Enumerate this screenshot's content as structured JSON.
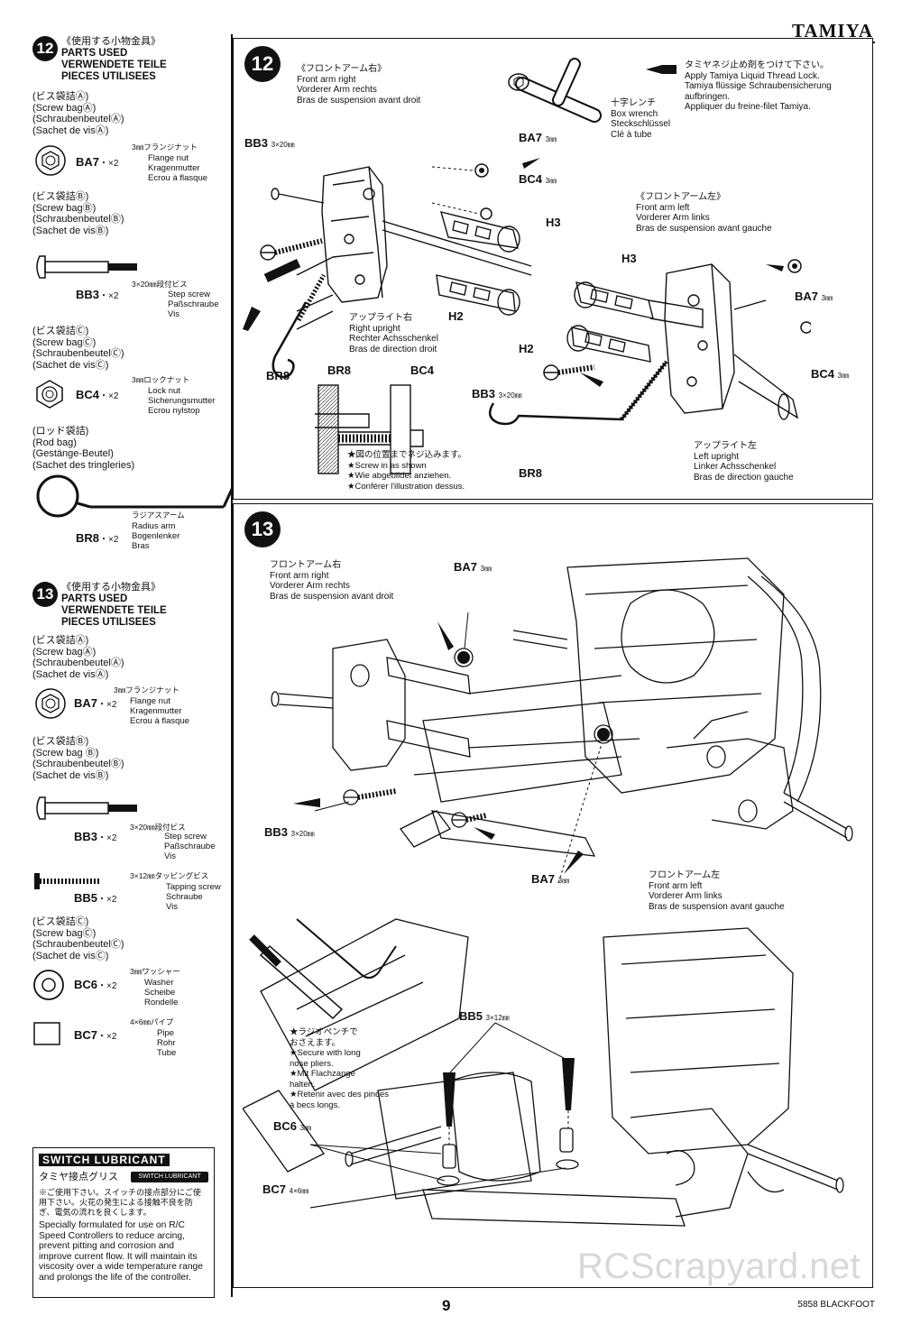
{
  "brand": "TAMIYA",
  "page_number": "9",
  "footer_code": "5858 BLACKFOOT",
  "watermark": "RCScrapyard.net",
  "step12": {
    "number": "12",
    "header_jp": "《使用する小物金具》",
    "header_en": "PARTS USED",
    "header_de": "VERWENDETE TEILE",
    "header_fr": "PIECES UTILISEES",
    "bag_a": [
      "(ビス袋詰Ⓐ)",
      "(Screw bagⒶ)",
      "(SchraubenbeutelⒶ)",
      "(Sachet de visⒶ)"
    ],
    "ba7": {
      "code": "BA7",
      "qty": "・×2",
      "size": "3㎜フランジナット",
      "names": [
        "Flange nut",
        "Kragenmutter",
        "Ecrou à flasque"
      ]
    },
    "bag_b": [
      "(ビス袋詰Ⓑ)",
      "(Screw bagⒷ)",
      "(SchraubenbeutelⒷ)",
      "(Sachet de visⒷ)"
    ],
    "bb3": {
      "code": "BB3",
      "qty": "・×2",
      "size": "3×20㎜段付ビス",
      "names": [
        "Step screw",
        "Paßschraube",
        "Vis"
      ]
    },
    "bag_c": [
      "(ビス袋詰Ⓒ)",
      "(Screw bagⒸ)",
      "(SchraubenbeutelⒸ)",
      "(Sachet de visⒸ)"
    ],
    "bc4": {
      "code": "BC4",
      "qty": "・×2",
      "size": "3㎜ロックナット",
      "names": [
        "Lock nut",
        "Sicherungsmutter",
        "Ecrou nylstop"
      ]
    },
    "bag_rod": [
      "(ロッド袋詰)",
      "(Rod bag)",
      "(Gestänge-Beutel)",
      "(Sachet des tringleries)"
    ],
    "br8": {
      "code": "BR8",
      "qty": "・×2",
      "size": "ラジアスアーム",
      "names": [
        "Radius arm",
        "Bogenlenker",
        "Bras"
      ]
    }
  },
  "step13": {
    "number": "13",
    "header_jp": "《使用する小物金具》",
    "header_en": "PARTS USED",
    "header_de": "VERWENDETE TEILE",
    "header_fr": "PIECES UTILISEES",
    "bag_a": [
      "(ビス袋詰Ⓐ)",
      "(Screw bagⒶ)",
      "(SchraubenbeutelⒶ)",
      "(Sachet de visⒶ)"
    ],
    "ba7": {
      "code": "BA7",
      "qty": "・×2",
      "size": "3㎜フランジナット",
      "names": [
        "Flange nut",
        "Kragenmutter",
        "Ecrou à flasque"
      ]
    },
    "bag_b": [
      "(ビス袋詰Ⓑ)",
      "(Screw bag Ⓑ)",
      "(SchraubenbeutelⒷ)",
      "(Sachet de visⒷ)"
    ],
    "bb3": {
      "code": "BB3",
      "qty": "・×2",
      "size": "3×20㎜段付ビス",
      "names": [
        "Step screw",
        "Paßschraube",
        "Vis"
      ]
    },
    "bb5": {
      "code": "BB5",
      "qty": "・×2",
      "size": "3×12㎜タッピングビス",
      "names": [
        "Tapping screw",
        "Schraube",
        "Vis"
      ]
    },
    "bag_c": [
      "(ビス袋詰Ⓒ)",
      "(Screw bagⒸ)",
      "(SchraubenbeutelⒸ)",
      "(Sachet de visⒸ)"
    ],
    "bc6": {
      "code": "BC6",
      "qty": "・×2",
      "size": "3㎜ワッシャー",
      "names": [
        "Washer",
        "Scheibe",
        "Rondelle"
      ]
    },
    "bc7": {
      "code": "BC7",
      "qty": "・×2",
      "size": "4×6㎜パイプ",
      "names": [
        "Pipe",
        "Rohr",
        "Tube"
      ]
    }
  },
  "switch_lubricant": {
    "logo": "SWITCH LUBRICANT",
    "jp_title": "タミヤ接点グリス",
    "tube_label": "SWITCH LUBRICANT",
    "jp_text": "※ご使用下さい。スイッチの接点部分にご使用下さい。火花の発生による接触不良を防ぎ、電気の流れを良くします。",
    "en_text": "Specially formulated for use on R/C Speed Controllers to reduce arcing, prevent pitting and corrosion and improve current flow. It will maintain its viscosity over a wide temperature range and prolongs the life of the controller."
  },
  "panel12": {
    "number": "12",
    "front_arm_right": [
      "《フロントアーム右》",
      "Front arm right",
      "Vorderer Arm rechts",
      "Bras de suspension avant droit"
    ],
    "thread_lock": [
      "タミヤネジ止め剤をつけて下さい。",
      "Apply Tamiya Liquid Thread Lock.",
      "Tamiya flüssige Schraubensicherung",
      "aufbringen.",
      "Appliquer du freine-filet Tamiya."
    ],
    "box_wrench": [
      "十字レンチ",
      "Box wrench",
      "Steckschlüssel",
      "Clé à tube"
    ],
    "ba7": "BA7",
    "ba7_size": "3㎜",
    "bc4": "BC4",
    "bc4_size": "3㎜",
    "bb3": "BB3",
    "bb3_size": "3×20㎜",
    "h3": "H3",
    "h2": "H2",
    "br8": "BR8",
    "bc4_detail": "BC4",
    "br8_detail": "BR8",
    "right_upright": [
      "アップライト右",
      "Right upright",
      "Rechter Achsschenkel",
      "Bras de direction droit"
    ],
    "front_arm_left": [
      "《フロントアーム左》",
      "Front arm left",
      "Vorderer Arm links",
      "Bras de suspension avant gauche"
    ],
    "left_upright": [
      "アップライト左",
      "Left upright",
      "Linker Achsschenkel",
      "Bras de direction gauche"
    ],
    "screw_note": [
      "★図の位置までネジ込みます。",
      "★Screw in as shown",
      "★Wie abgebildet anziehen.",
      "★Conférer l'illustration dessus."
    ],
    "h3_left": "H3",
    "h2_left": "H2",
    "ba7_left": "BA7",
    "ba7_left_size": "3㎜",
    "bc4_left": "BC4",
    "bc4_left_size": "3㎜",
    "bb3_left": "BB3",
    "bb3_left_size": "3×20㎜",
    "br8_left": "BR8"
  },
  "panel13": {
    "number": "13",
    "front_arm_right": [
      "フロントアーム右",
      "Front arm right",
      "Vorderer Arm rechts",
      "Bras de suspension avant droit"
    ],
    "ba7_top": "BA7",
    "ba7_top_size": "3㎜",
    "bb3": "BB3",
    "bb3_size": "3×20㎜",
    "ba7_bottom": "BA7",
    "ba7_bottom_size": "3㎜",
    "front_arm_left": [
      "フロントアーム左",
      "Front arm left",
      "Vorderer Arm links",
      "Bras de suspension avant gauche"
    ],
    "pliers_note": [
      "★ラジオペンチで",
      "おさえます。",
      "★Secure with long",
      "nose pliers.",
      "★Mit Flachzange",
      "halten.",
      "★Retenir avec des pinces",
      "à becs longs."
    ],
    "bb5": "BB5",
    "bb5_size": "3×12㎜",
    "bc6": "BC6",
    "bc6_size": "3㎜",
    "bc7": "BC7",
    "bc7_size": "4×6㎜"
  }
}
